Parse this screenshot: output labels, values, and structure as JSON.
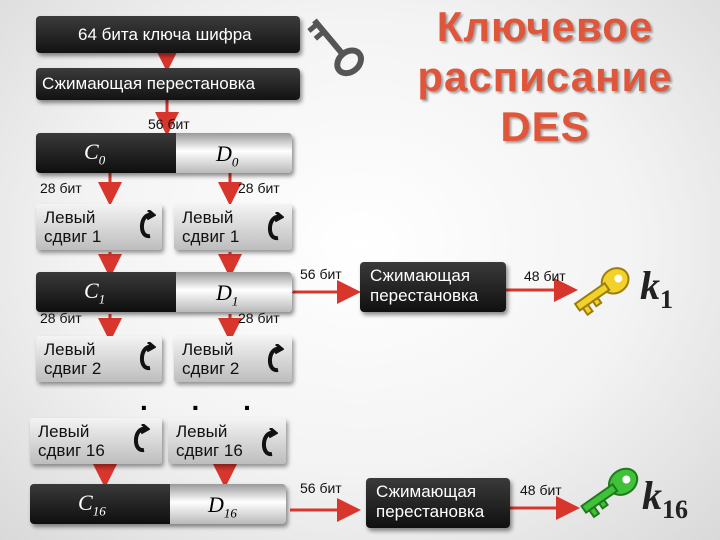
{
  "title": [
    "Ключевое",
    "расписание",
    "DES"
  ],
  "key_box": "64 бита ключа шифра",
  "compress_box": "Сжимающая  перестановка",
  "bits_56_top": "56 бит",
  "registers": [
    {
      "c": "C",
      "c_sub": "0",
      "d": "D",
      "d_sub": "0"
    },
    {
      "c": "C",
      "c_sub": "1",
      "d": "D",
      "d_sub": "1"
    },
    {
      "c": "C",
      "c_sub": "16",
      "d": "D",
      "d_sub": "16"
    }
  ],
  "bits_28": "28 бит",
  "shifts": [
    {
      "left": [
        "Левый",
        "сдвиг  1"
      ],
      "right": [
        "Левый",
        "сдвиг 1"
      ]
    },
    {
      "left": [
        "Левый",
        "сдвиг  2"
      ],
      "right": [
        "Левый",
        "сдвиг 2"
      ]
    },
    {
      "left": [
        "Левый",
        "сдвиг  16"
      ],
      "right": [
        "Левый",
        "сдвиг 16"
      ]
    }
  ],
  "ellipsis": ". . .",
  "bits_56": "56 бит",
  "bits_48": "48 бит",
  "perm_label": [
    "Сжимающая",
    "перестановка"
  ],
  "keys": [
    {
      "name": "k",
      "sub": "1",
      "color": "#f2d12a"
    },
    {
      "name": "k",
      "sub": "16",
      "color": "#3fc23a"
    }
  ],
  "colors": {
    "arrow": "#e0453a",
    "title": "#e0563a"
  }
}
